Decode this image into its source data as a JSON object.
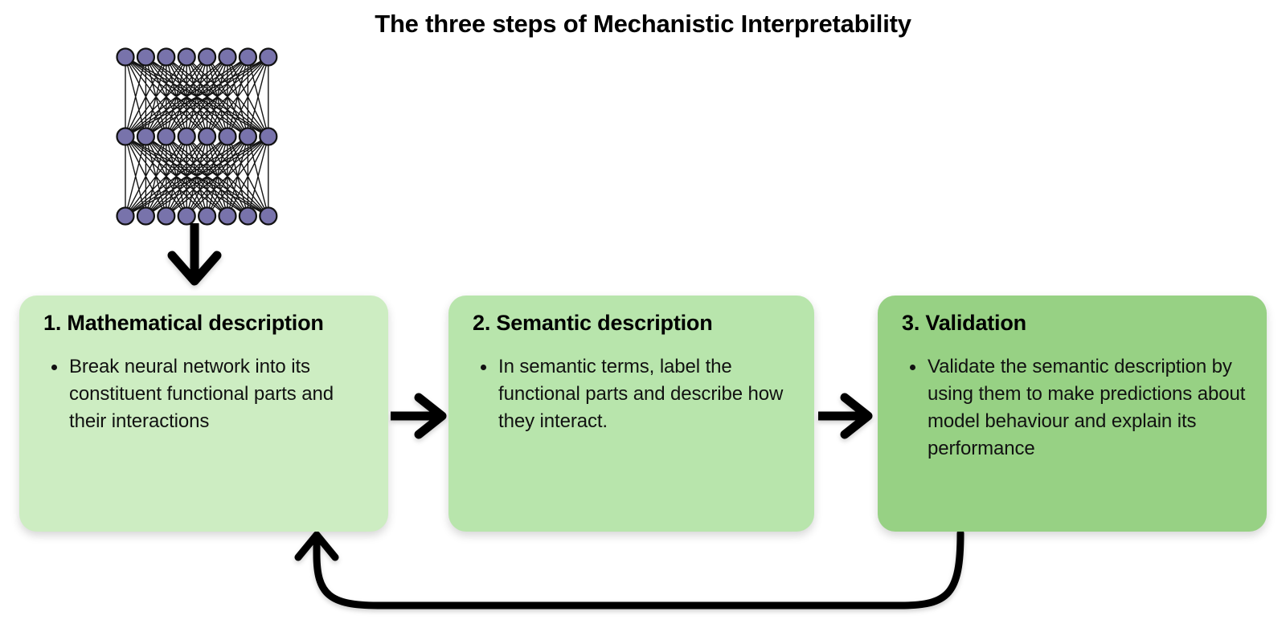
{
  "title": "The three steps of Mechanistic Interpretability",
  "colors": {
    "background": "#ffffff",
    "step1_fill": "#cdedc2",
    "step2_fill": "#b8e5ac",
    "step3_fill": "#97d184",
    "node_fill": "#7873ab",
    "node_stroke": "#111111",
    "arrow": "#000000",
    "text": "#111111",
    "heading": "#000000"
  },
  "neural_network": {
    "icon_name": "neural-network-diagram",
    "layers": 3,
    "nodes_per_layer": 8,
    "fully_connected": true
  },
  "steps": [
    {
      "number": "1.",
      "heading": "1. Mathematical description",
      "title": "Mathematical description",
      "bullets": [
        "Break neural network into its constituent functional parts and their interactions"
      ]
    },
    {
      "number": "2.",
      "heading": "2. Semantic description",
      "title": "Semantic description",
      "bullets": [
        "In semantic terms, label the functional parts and describe how they interact."
      ]
    },
    {
      "number": "3.",
      "heading": "3. Validation",
      "title": "Validation",
      "bullets": [
        "Validate the semantic description by using them to make predictions about model behaviour and explain its performance"
      ]
    }
  ],
  "arrows": [
    {
      "name": "arrow-network-to-step1",
      "direction": "down",
      "from": "neural-network",
      "to": "step-1"
    },
    {
      "name": "arrow-step1-to-step2",
      "direction": "right",
      "from": "step-1",
      "to": "step-2"
    },
    {
      "name": "arrow-step2-to-step3",
      "direction": "right",
      "from": "step-2",
      "to": "step-3"
    },
    {
      "name": "arrow-step3-to-step1-feedback",
      "direction": "loop-back",
      "from": "step-3",
      "to": "step-1"
    }
  ]
}
